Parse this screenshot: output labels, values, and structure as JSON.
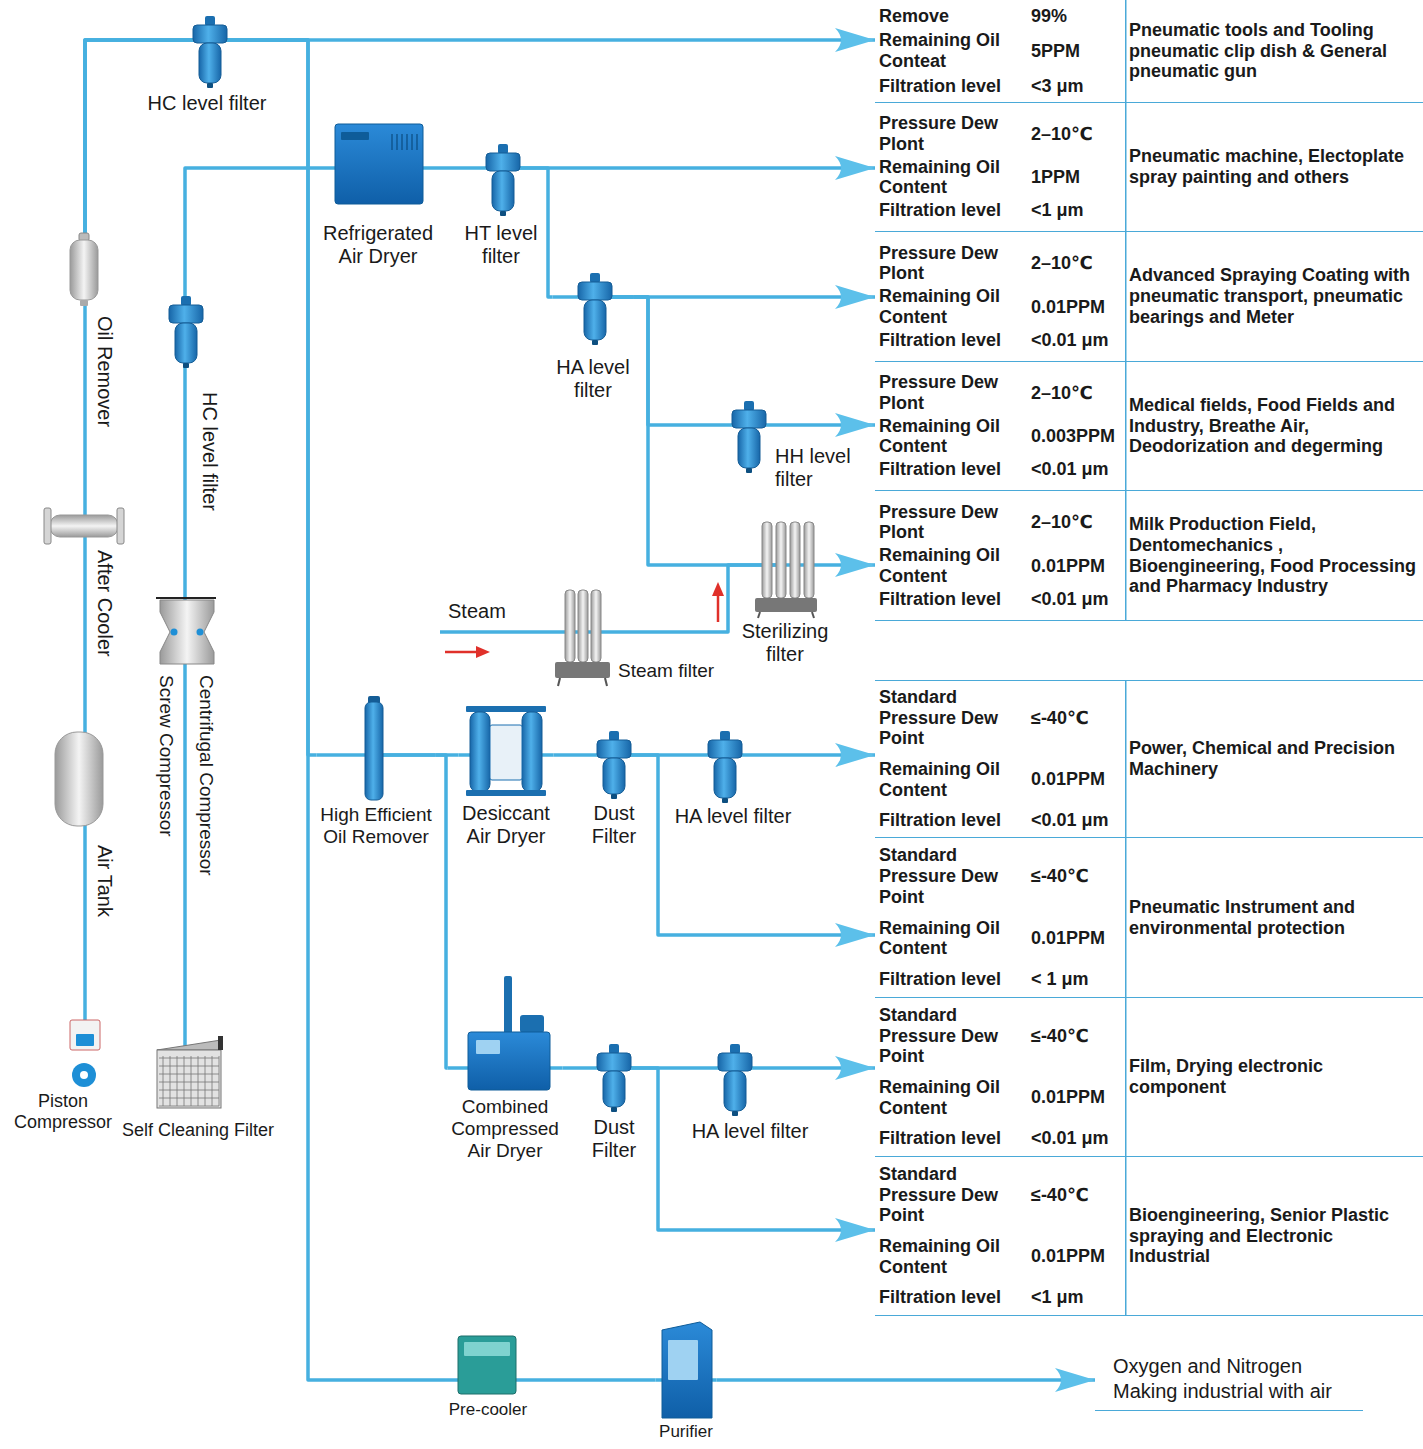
{
  "diagram": {
    "nodes": [
      {
        "text": [
          "Piston Compressor"
        ]
      },
      {
        "text": [
          "Air Tank"
        ]
      },
      {
        "text": [
          "After Cooler"
        ]
      },
      {
        "text": [
          "Oil Remover"
        ]
      },
      {
        "text": [
          "HC level filter"
        ]
      },
      {
        "text": [
          "Self Cleaning Filter"
        ]
      },
      {
        "text": [
          "Screw Compressor",
          "Centrifugal Compressor"
        ]
      },
      {
        "text": [
          "HC level filter"
        ]
      },
      {
        "text": [
          "Refrigerated Air Dryer"
        ]
      },
      {
        "text": [
          "HT level filter"
        ]
      },
      {
        "text": [
          "HA level filter"
        ]
      },
      {
        "text": [
          "HH level filter"
        ]
      },
      {
        "text": [
          "Steam filter"
        ]
      },
      {
        "text": [
          "Sterilizing filter"
        ]
      },
      {
        "text": [
          "High Efficient Oil Remover"
        ]
      },
      {
        "text": [
          "Desiccant Air Dryer"
        ]
      },
      {
        "text": [
          "Dust Filter"
        ]
      },
      {
        "text": [
          "HA level filter"
        ]
      },
      {
        "text": [
          "Combined Compressed Air Dryer"
        ]
      },
      {
        "text": [
          "Dust Filter"
        ]
      },
      {
        "text": [
          "HA level filter"
        ]
      },
      {
        "text": [
          "Pre-cooler"
        ]
      },
      {
        "text": [
          "Purifier"
        ]
      },
      {
        "text": [
          "Remove",
          "99%",
          "Remaining Oil Conteat",
          "5PPM",
          "Filtration level",
          "<3 μm",
          "Pneumatic tools and Tooling pneumatic clip dish & General pneumatic gun"
        ]
      },
      {
        "text": [
          "Pressure Dew Plont",
          "2–10℃",
          "Remaining Oil Content",
          "1PPM",
          "Filtration level",
          "<1 μm",
          "Pneumatic machine, Electoplate spray painting and others"
        ]
      },
      {
        "text": [
          "Pressure Dew Plont",
          "2–10℃",
          "Remaining Oil Content",
          "0.01PPM",
          "Filtration level",
          "<0.01 μm",
          "Advanced Spraying Coating with pneumatic transport, pneumatic bearings and Meter"
        ]
      },
      {
        "text": [
          "Pressure Dew Plont",
          "2–10℃",
          "Remaining Oil Content",
          "0.003PPM",
          "Filtration level",
          "<0.01 μm",
          "Medical fields, Food Fields and Industry, Breathe Air, Deodorization and degerming"
        ]
      },
      {
        "text": [
          "Pressure Dew Plont",
          "2–10℃",
          "Remaining Oil Content",
          "0.01PPM",
          "Filtration level",
          "<0.01 μm",
          "Milk Production Field, Dentomechanics , Bioengineering, Food Processing and Pharmacy Industry"
        ]
      },
      {
        "text": [
          "Standard Pressure Dew Point",
          "≤-40℃",
          "Remaining Oil Content",
          "0.01PPM",
          "Filtration level",
          "<0.01 μm",
          "Power, Chemical and Precision Machinery"
        ]
      },
      {
        "text": [
          "Standard Pressure Dew Point",
          "≤-40℃",
          "Remaining Oil Content",
          "0.01PPM",
          "Filtration level",
          "< 1 μm",
          "Pneumatic Instrument and environmental protection"
        ]
      },
      {
        "text": [
          "Standard Pressure Dew Point",
          "≤-40℃",
          "Remaining Oil Content",
          "0.01PPM",
          "Filtration level",
          "<0.01 μm",
          "Film, Drying electronic component"
        ]
      },
      {
        "text": [
          "Standard Pressure Dew Point",
          "≤-40℃",
          "Remaining Oil Content",
          "0.01PPM",
          "Filtration level",
          "<1 μm",
          "Bioengineering, Senior Plastic spraying and Electronic Industrial"
        ]
      },
      {
        "text": [
          "Oxygen and Nitrogen Making industrial with air"
        ]
      }
    ],
    "edges": [
      {
        "from": 0,
        "to": 1,
        "arrow": "none"
      },
      {
        "from": 1,
        "to": 2,
        "arrow": "none"
      },
      {
        "from": 2,
        "to": 3,
        "arrow": "none"
      },
      {
        "from": 3,
        "to": 4,
        "arrow": "none"
      },
      {
        "from": 4,
        "to": 23,
        "arrow": "to"
      },
      {
        "from": 3,
        "to": 14,
        "arrow": "none"
      },
      {
        "from": 3,
        "to": 21,
        "arrow": "none"
      },
      {
        "from": 5,
        "to": 6,
        "arrow": "none"
      },
      {
        "from": 6,
        "to": 7,
        "arrow": "none"
      },
      {
        "from": 7,
        "to": 8,
        "arrow": "none"
      },
      {
        "from": 8,
        "to": 9,
        "arrow": "none"
      },
      {
        "from": 9,
        "to": 24,
        "arrow": "to"
      },
      {
        "from": 9,
        "to": 10,
        "arrow": "none"
      },
      {
        "from": 10,
        "to": 25,
        "arrow": "to"
      },
      {
        "from": 10,
        "to": 11,
        "arrow": "none"
      },
      {
        "from": 11,
        "to": 26,
        "arrow": "to"
      },
      {
        "from": 10,
        "to": 13,
        "arrow": "none"
      },
      {
        "from": 12,
        "to": 13,
        "arrow": "none"
      },
      {
        "from": 13,
        "to": 27,
        "arrow": "to"
      },
      {
        "from": 14,
        "to": 15,
        "arrow": "none"
      },
      {
        "from": 14,
        "to": 18,
        "arrow": "none"
      },
      {
        "from": 15,
        "to": 16,
        "arrow": "none"
      },
      {
        "from": 16,
        "to": 17,
        "arrow": "none"
      },
      {
        "from": 17,
        "to": 28,
        "arrow": "to"
      },
      {
        "from": 16,
        "to": 29,
        "arrow": "to"
      },
      {
        "from": 18,
        "to": 19,
        "arrow": "none"
      },
      {
        "from": 19,
        "to": 20,
        "arrow": "none"
      },
      {
        "from": 20,
        "to": 30,
        "arrow": "to"
      },
      {
        "from": 19,
        "to": 31,
        "arrow": "to"
      },
      {
        "from": 21,
        "to": 22,
        "arrow": "none"
      },
      {
        "from": 22,
        "to": 32,
        "arrow": "to"
      }
    ],
    "labels": [
      "Steam"
    ]
  }
}
